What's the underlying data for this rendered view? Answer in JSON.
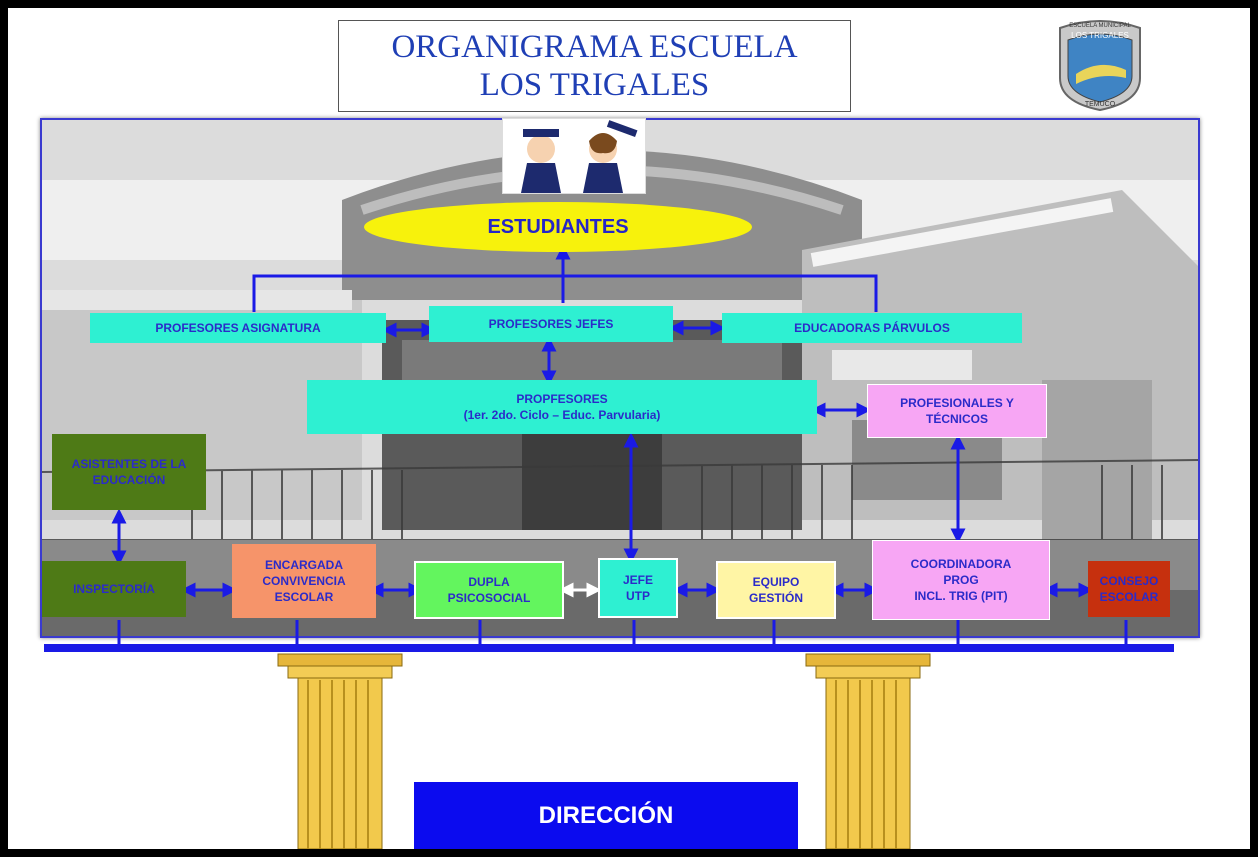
{
  "title": {
    "line1": "ORGANIGRAMA ESCUELA",
    "line2": "LOS TRIGALES"
  },
  "logo": {
    "top_text": "ESCUELA MUNICIPAL",
    "name": "LOS TRIGALES",
    "city": "TEMUCO"
  },
  "nodes": {
    "estudiantes": "ESTUDIANTES",
    "profesores_asignatura": "PROFESORES ASIGNATURA",
    "profesores_jefes": "PROFESORES JEFES",
    "educadoras_parvulos": "EDUCADORAS PÁRVULOS",
    "propfesores_line1": "PROPFESORES",
    "propfesores_line2": "(1er. 2do. Ciclo – Educ. Parvularia)",
    "profesionales_line1": "PROFESIONALES Y",
    "profesionales_line2": "TÉCNICOS",
    "asistentes_line1": "ASISTENTES DE LA",
    "asistentes_line2": "EDUCACIÓN",
    "inspectoria": "INSPECTORÍA",
    "encargada_line1": "ENCARGADA",
    "encargada_line2": "CONVIVENCIA",
    "encargada_line3": "ESCOLAR",
    "dupla_line1": "DUPLA",
    "dupla_line2": "PSICOSOCIAL",
    "jefe_line1": "JEFE",
    "jefe_line2": "UTP",
    "equipo_line1": "EQUIPO",
    "equipo_line2": "GESTIÓN",
    "coord_line1": "COORDINADORA",
    "coord_line2": "PROG",
    "coord_line3": "INCL. TRIG (PIT)",
    "consejo_line1": "CONSEJO",
    "consejo_line2": "ESCOLAR",
    "direccion": "DIRECCIÓN"
  },
  "colors": {
    "arrow": "#1a1ae6",
    "node_cyan": "#2ef0d2",
    "node_pink": "#f7a6f4",
    "node_green": "#4e7a16",
    "node_orange": "#f6946a",
    "node_lightgreen": "#63f55e",
    "node_yellow": "#fff5a5",
    "node_red": "#c6300e",
    "ellipse": "#f7f20c",
    "direccion": "#0b0bef",
    "column": "#f2c94c"
  }
}
